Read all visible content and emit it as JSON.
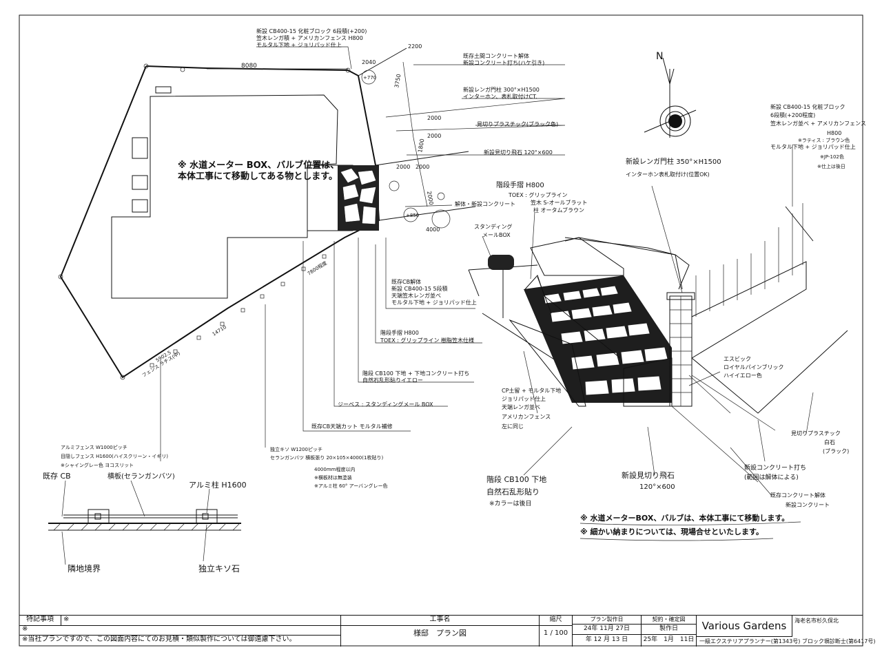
{
  "plan_notes": {
    "top_block": "新設 CB400-15 化粧ブロック 6段積(+200)",
    "top_brick": "笠木レンガ積 + アメリカンフェンス H800",
    "top_mortar": "モルタル下地 + ジョリパッド仕上",
    "existing_conc": "既存土間コンクリート解体",
    "new_conc": "新設コンクリート打ち(ハケ引き)",
    "brick_post": "新設レンガ門柱 300°×H1500",
    "brick_post_sub": "インターホン、表札取付けCT.",
    "plastic_sep": "見切りプラスチック(ブラック色)",
    "step_stone": "新設見切り飛石 120°×600",
    "water_note_1": "※ 水道メーター BOX、バルブ位置は、",
    "water_note_2": "本体工事にて移動してある物とします。",
    "demolish_conc": "解体・新設コンクリート",
    "exist_cb_1": "既存CB解体",
    "exist_cb_2": "新設 CB400-15 5段積",
    "exist_cb_3": "天端笠木レンガ並べ",
    "exist_cb_4": "モルタル下地 + ジョリパッド仕上",
    "handrail_1": "階段手摺 H800",
    "handrail_2": "TOEX : グリップライン 樹脂笠木仕様",
    "cb100": "階段 CB100 下地 + 下地コンクリート打ち",
    "cb100_b": "自然石乱形貼りイエロー",
    "mailbox": "ジーベス : スタンディングメール BOX",
    "cut_mortar": "既存CB天端カット モルタル補修",
    "fence_1": "アルミフェンス W1000ピッチ",
    "fence_1b": "目隠しフェンス H1600(ハイスクリーン・イギリ)",
    "fence_1c": "※シャイングレー色  ヨコスリット",
    "fence_2": "独立キソ W1200ピッチ",
    "fence_2b": "セランガンバツ 横板張り 20×105×4000(1枚貼り)",
    "fence_2c": "4000mm程度以内",
    "fence_2d": "※横板材は無塗装",
    "fence_2e": "※アルミ柱 60°  アーバングレー色",
    "dim_8080": "8080",
    "dim_2040": "2040",
    "dim_2200": "2200",
    "dim_3750": "3750",
    "dim_2000a": "2000",
    "dim_2000b": "2000",
    "dim_1800": "1800",
    "dim_2000c": "2000",
    "dim_2000d": "2000",
    "dim_2000e": "2000",
    "dim_4000": "4000",
    "dim_7800": "7800程度",
    "dim_14710": "14710",
    "dim_59025": "5902.5",
    "dim_fence": "フェンス ラチス(中)",
    "lvl_770": "+770",
    "lvl_850": "+850"
  },
  "perspective_notes": {
    "north": "N",
    "handrail": "階段手摺 H800",
    "handrail_b": "TOEX : グリップライン",
    "handrail_c": "笠木 S-オールブラット",
    "handrail_d": "柱 オータムブラウン",
    "mailbox_a": "スタンディング",
    "mailbox_b": "メールBOX",
    "post": "新設レンガ門柱 350°×H1500",
    "post_b": "インターホン表札取付け(位置OK)",
    "cb_right_1": "新設 CB400-15 化粧ブロック",
    "cb_right_2": "6段積(+200程度)",
    "cb_right_3": "笠木レンガ並べ + アメリカンフェンス",
    "cb_right_4": "H800",
    "cb_right_5": "※ラティス : ブラウン色",
    "cb_right_6": "モルタル下地 + ジョリパッド仕上",
    "cb_right_7": "※JP-102色",
    "cb_right_8": "※仕上は後日",
    "espic_1": "エスビック",
    "espic_2": "ロイヤルパインブリック",
    "espic_3": "ハイイエロー色",
    "cp_1": "CP土留 + モルタル下地",
    "cp_2": "ジョリパッド仕上",
    "cp_3": "天端レンガ並べ",
    "cp_4": "アメリカンフェンス",
    "cp_5": "左に同じ",
    "plastic": "見切りプラスチック",
    "plastic_b": "白石",
    "plastic_c": "(ブラック)",
    "new_conc": "新設コンクリート打ち",
    "new_conc_b": "(範囲は解体による)",
    "step_1": "階段 CB100 下地",
    "step_2": "自然石乱形貼り",
    "step_3": "※カラーは後日",
    "stepstone": "新設見切り飛石",
    "stepstone_b": "120°×600",
    "exist_conc": "既存コンクリート解体",
    "exist_conc_b": "新設コンクリート",
    "bottom_note_1": "※ 水道メーターBOX、バルブは、本体工事にて移動します。",
    "bottom_note_2": "※ 細かい納まりについては、現場合せといたします。"
  },
  "section": {
    "exist_cb": "既存 CB",
    "yokoita": "横板(セランガンバツ)",
    "alum_post": "アルミ柱 H1600",
    "boundary": "隣地境界",
    "foundation": "独立キソ石"
  },
  "title_block": {
    "remarks_label": "特記事項",
    "remarks_mark": "※",
    "row2_mark": "※",
    "disclaimer": "※当社プランですので、この図面内容にてのお見積・類似製作については御遠慮下さい。",
    "project_label": "工事名",
    "project_value": "様邸　プラン図",
    "scale_label": "縮尺",
    "scale_value": "1 / 100",
    "plan_date_label": "プラン製作日",
    "plan_date_value": "24年 11月 27日",
    "plan_date_value2": "年 12 月 13 日",
    "contract_label": "契約・確定図",
    "made_label": "製作日",
    "made_value": "25年　1月　11日",
    "company": "Various Gardens",
    "address": "海老名市杉久保北",
    "license": "一級エクステリアプランナー(第1343号)  ブロック塀診断士(第6417号)"
  }
}
